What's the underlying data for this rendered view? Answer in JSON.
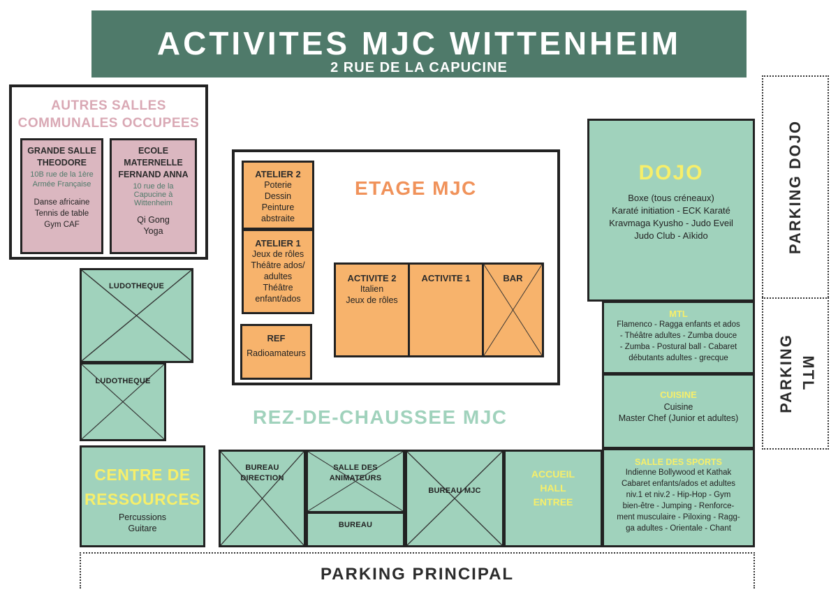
{
  "header": {
    "title": "ACTIVITES MJC WITTENHEIM",
    "subtitle": "2 RUE DE LA CAPUCINE"
  },
  "autres_salles": {
    "title_line1": "AUTRES SALLES",
    "title_line2": "COMMUNALES OCCUPEES",
    "grande_salle": {
      "name_line1": "GRANDE SALLE",
      "name_line2": "THEODORE",
      "addr_line1": "10B rue de la 1ère",
      "addr_line2": "Armée Française",
      "acts": [
        "Danse africaine",
        "Tennis de table",
        "Gym CAF"
      ]
    },
    "ecole": {
      "name_line1": "ECOLE",
      "name_line2": "MATERNELLE",
      "name_line3": "FERNAND ANNA",
      "addr_line1": "10 rue de la",
      "addr_line2": "Capucine à",
      "addr_line3": "Wittenheim",
      "acts": [
        "Qi Gong",
        "Yoga"
      ]
    }
  },
  "etage": {
    "title": "ETAGE MJC",
    "atelier2": {
      "title": "ATELIER 2",
      "acts": [
        "Poterie",
        "Dessin",
        "Peinture",
        "abstraite"
      ]
    },
    "atelier1": {
      "title": "ATELIER 1",
      "acts": [
        "Jeux de rôles",
        "Théâtre ados/",
        "adultes",
        "Théâtre",
        "enfant/ados"
      ]
    },
    "ref": {
      "title": "REF",
      "acts": [
        "Radioamateurs"
      ]
    },
    "activite2": {
      "title": "ACTIVITE 2",
      "acts": [
        "Italien",
        "Jeux de rôles"
      ]
    },
    "activite1": {
      "title": "ACTIVITE 1"
    },
    "bar": {
      "title": "BAR"
    }
  },
  "rdc": {
    "title": "REZ-DE-CHAUSSEE MJC",
    "ludo1": "LUDOTHEQUE",
    "ludo2": "LUDOTHEQUE",
    "centre": {
      "title_line1": "CENTRE DE",
      "title_line2": "RESSOURCES",
      "acts": [
        "Percussions",
        "Guitare"
      ]
    },
    "bureau_direction": {
      "line1": "BUREAU",
      "line2": "DIRECTION"
    },
    "salle_animateurs": {
      "line1": "SALLE DES",
      "line2": "ANIMATEURS"
    },
    "bureau": "BUREAU",
    "bureau_mjc": "BUREAU MJC",
    "accueil": {
      "line1": "ACCUEIL",
      "line2": "HALL",
      "line3": "ENTREE"
    }
  },
  "dojo": {
    "title": "DOJO",
    "acts": [
      "Boxe (tous créneaux)",
      "Karaté initiation - ECK Karaté",
      "Kravmaga Kyusho - Judo Eveil",
      "Judo Club - Aïkido"
    ]
  },
  "mtl": {
    "title": "MTL",
    "acts": [
      "Flamenco - Ragga enfants et ados",
      "- Théâtre adultes - Zumba douce",
      "- Zumba - Postural ball - Cabaret",
      "débutants adultes - grecque"
    ]
  },
  "cuisine": {
    "title": "CUISINE",
    "acts": [
      "Cuisine",
      "Master Chef (Junior et adultes)"
    ]
  },
  "sports": {
    "title": "SALLE DES SPORTS",
    "acts": [
      "Indienne Bollywood et Kathak",
      "Cabaret enfants/ados et adultes",
      "niv.1 et niv.2 - Hip-Hop - Gym",
      "bien-être - Jumping - Renforce-",
      "ment musculaire - Piloxing - Ragg-",
      "ga adultes - Orientale - Chant"
    ]
  },
  "parking": {
    "dojo": "PARKING DOJO",
    "mtl_line1": "PARKING",
    "mtl_line2": "MTL",
    "principal": "PARKING PRINCIPAL"
  },
  "colors": {
    "header_bg": "#4f7a6a",
    "green_room": "#a0d2bc",
    "orange_room": "#f7b36c",
    "pink_room": "#dbb7c0",
    "etage_title": "#f0925a",
    "rdc_title": "#a0d2bc",
    "yellow_title": "#f7ef6a",
    "autres_title": "#d9a8b4"
  }
}
